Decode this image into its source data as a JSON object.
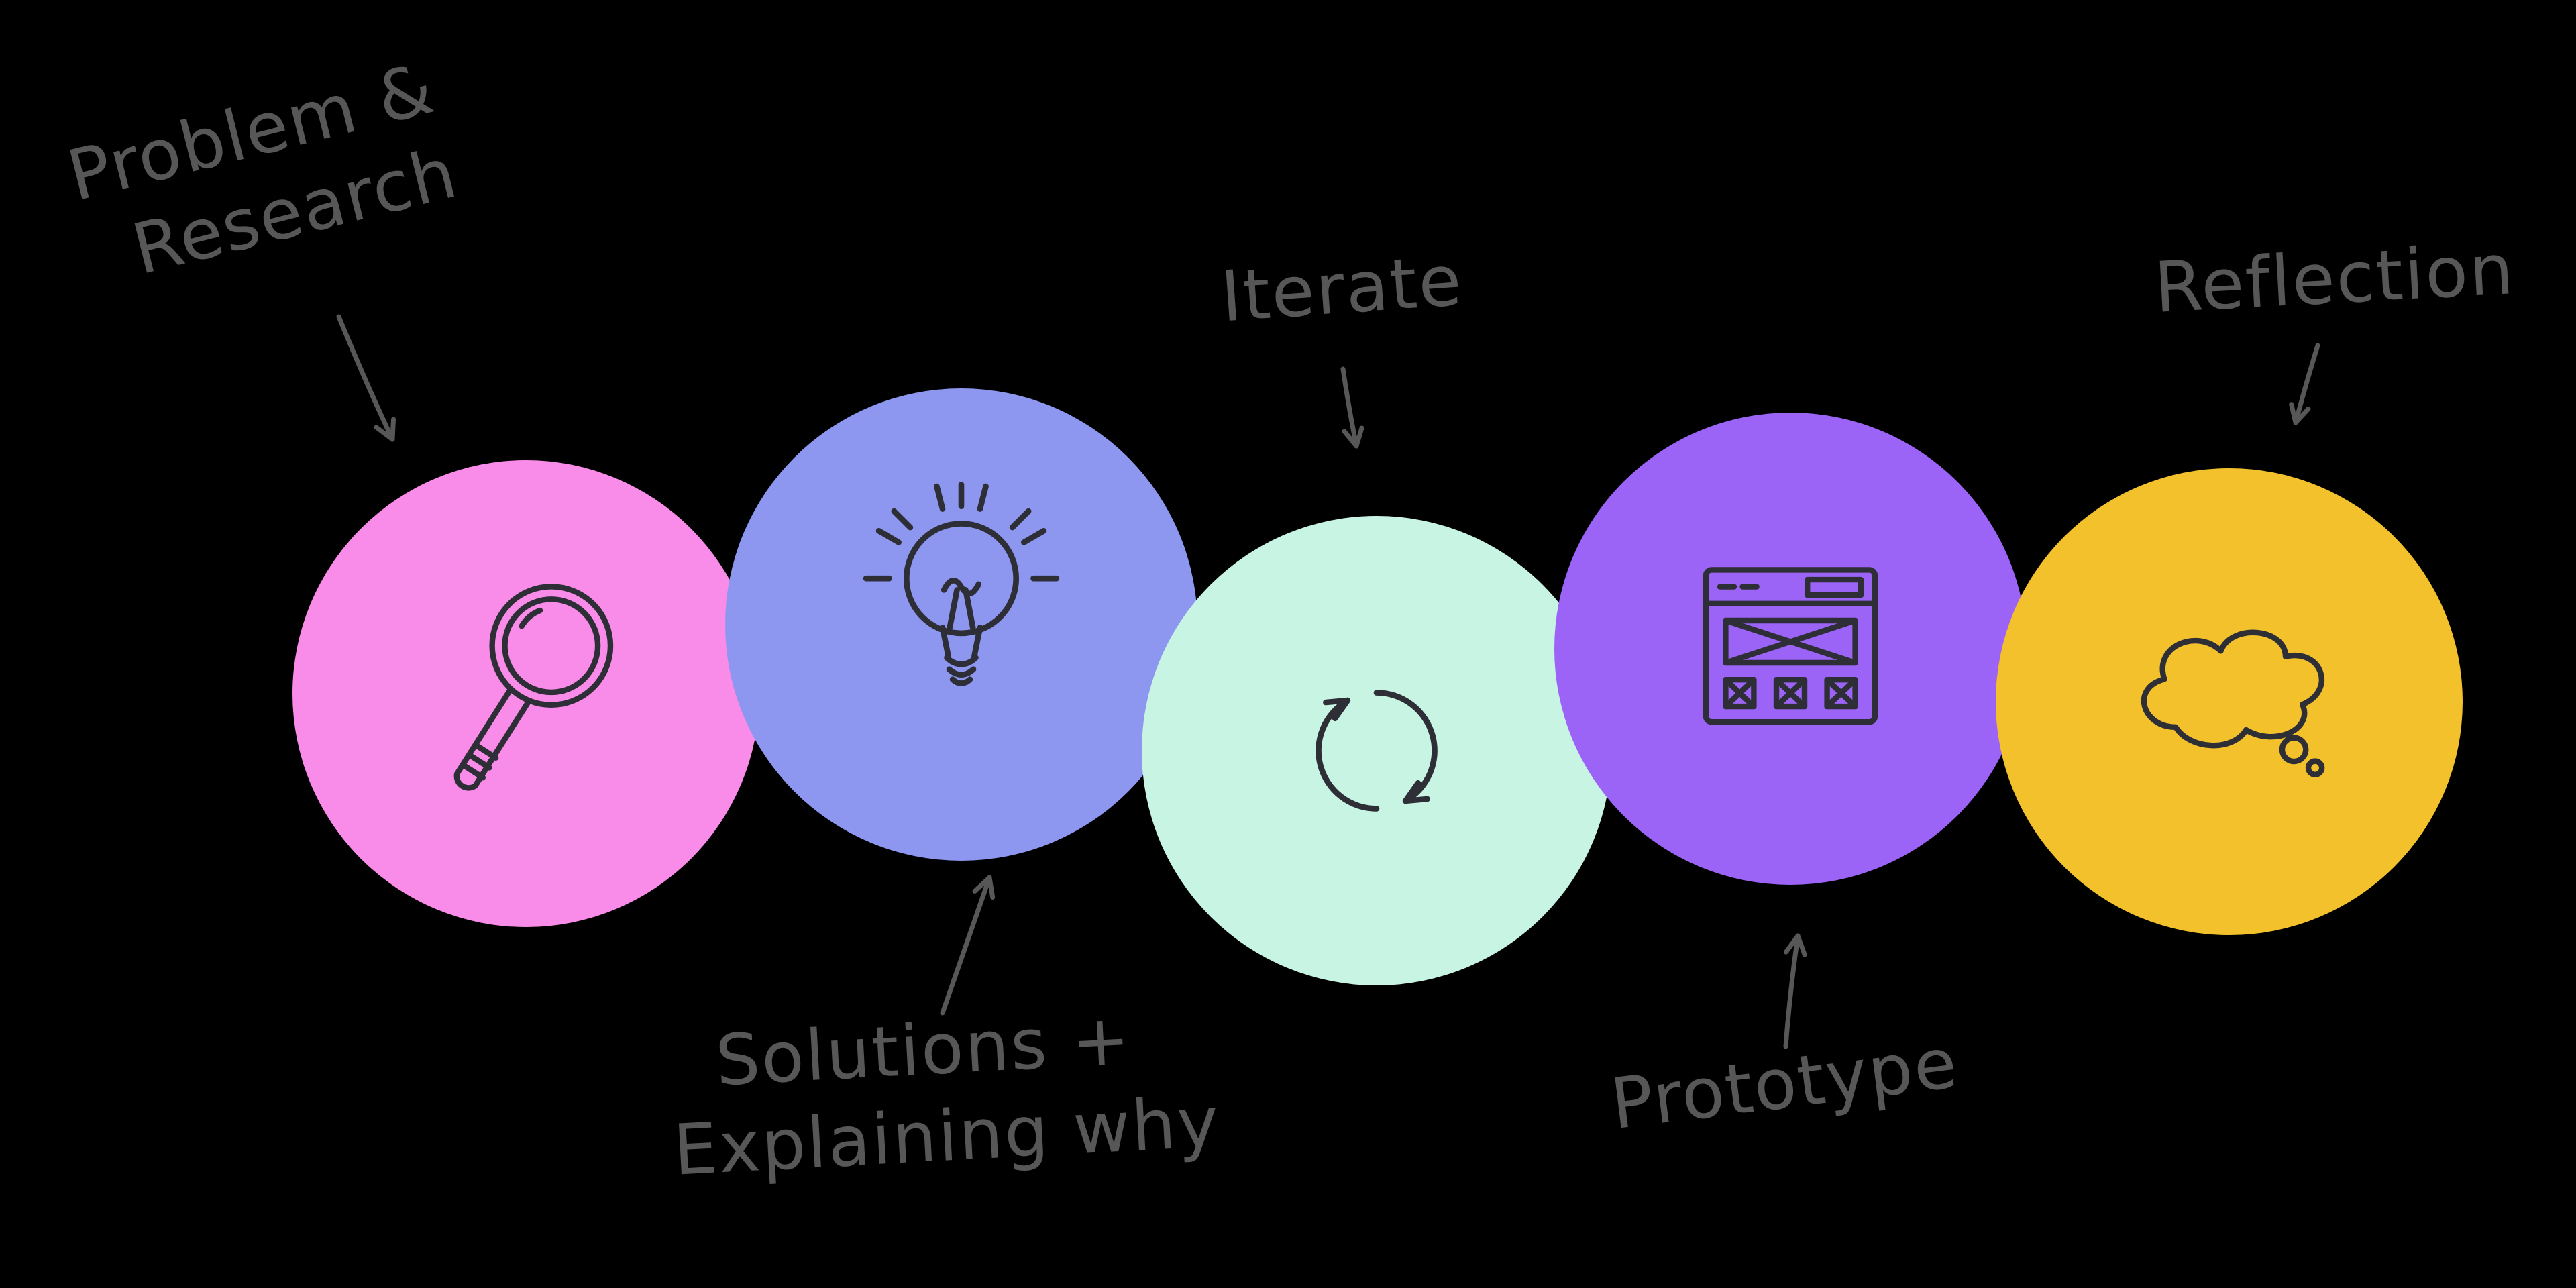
{
  "theme": {
    "background": "#000000",
    "label_color": "#575757",
    "icon_stroke": "#2e2e36"
  },
  "steps": [
    {
      "id": "problem-research",
      "lines": [
        "Problem &",
        "Research"
      ],
      "color": "#f98be9",
      "icon": "magnifying-glass-icon"
    },
    {
      "id": "solutions",
      "lines": [
        "Solutions +",
        "Explaining why"
      ],
      "color": "#8d97ef",
      "icon": "lightbulb-icon"
    },
    {
      "id": "iterate",
      "lines": [
        "Iterate"
      ],
      "color": "#c8f4e4",
      "icon": "cycle-arrows-icon"
    },
    {
      "id": "prototype",
      "lines": [
        "Prototype"
      ],
      "color": "#9c63f7",
      "icon": "browser-wireframe-icon"
    },
    {
      "id": "reflection",
      "lines": [
        "Reflection"
      ],
      "color": "#f3c12c",
      "icon": "thought-cloud-icon"
    }
  ]
}
